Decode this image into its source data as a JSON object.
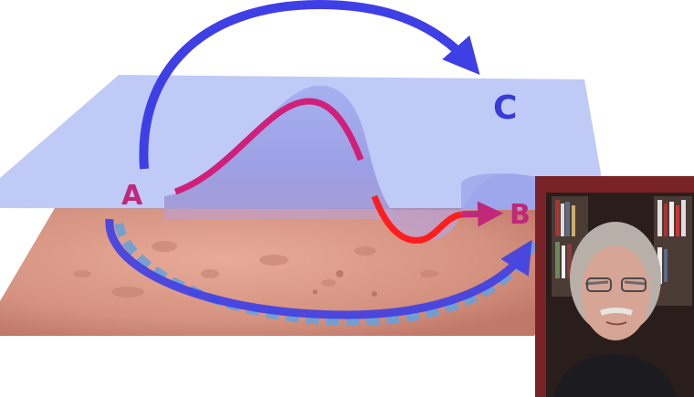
{
  "diagram": {
    "labels": {
      "a": "A",
      "b": "B",
      "c": "C"
    },
    "colors": {
      "plane": "#7f95f0",
      "terrain": "#d99a88",
      "blue_arrow": "#3f3fe6",
      "magenta_path": "#d0207a",
      "red_path": "#ff1e1e",
      "dashed_path": "#6aa0d6",
      "label_a": "#c0287a",
      "label_b": "#c0287a",
      "label_c": "#3a3ad8"
    }
  },
  "webcam": {
    "description_icon": "presenter-webcam",
    "frame_color": "#7a2326"
  }
}
